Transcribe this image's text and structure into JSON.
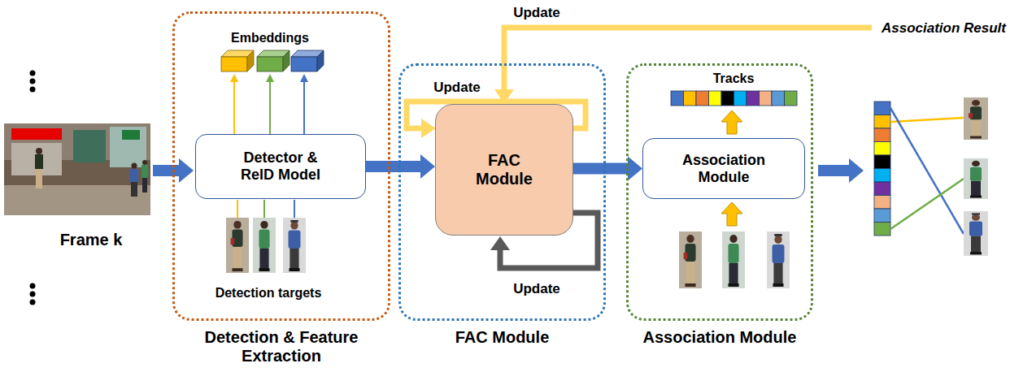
{
  "diagram": {
    "nodes": [
      {
        "text": [
          "Detection & Feature Extraction"
        ]
      },
      {
        "text": [
          "Detector & ReID Model"
        ],
        "in": 0
      },
      {
        "text": [
          "FAC Module"
        ]
      },
      {
        "text": [
          "FAC Module"
        ],
        "in": 2
      },
      {
        "text": [
          "Association Module"
        ]
      },
      {
        "text": [
          "Association Module"
        ],
        "in": 4
      }
    ],
    "edges": [
      {
        "from": 1,
        "to": 3,
        "arrow": "to"
      },
      {
        "from": 3,
        "to": 5,
        "arrow": "to"
      }
    ],
    "labels": [
      "Frame k",
      "Embeddings",
      "Detection targets",
      "Update",
      "Association Result",
      "Update",
      "Update",
      "Tracks"
    ]
  }
}
